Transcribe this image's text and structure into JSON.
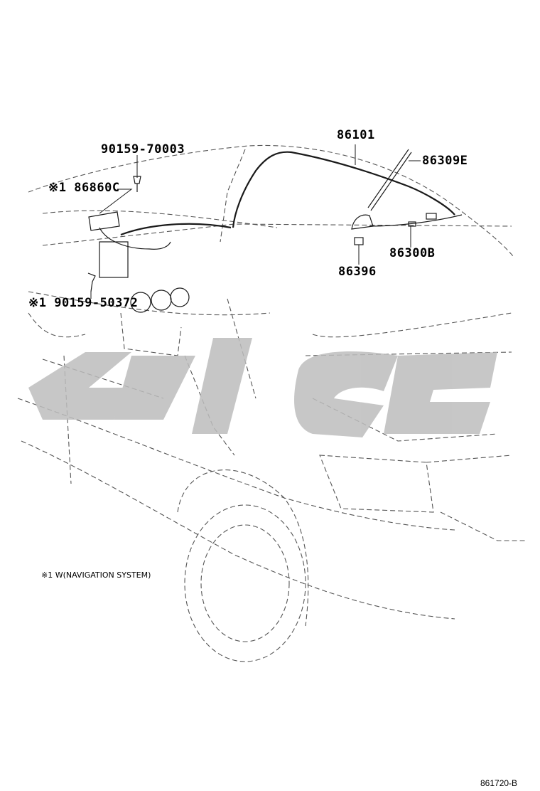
{
  "parts": {
    "p86101": "86101",
    "p86309e": "86309E",
    "p90159_70003": "90159-70003",
    "p86860c": "※1 86860C",
    "p86300b": "86300B",
    "p86396": "86396",
    "p90159_50372": "※1 90159-50372"
  },
  "footnote": "※1 W(NAVIGATION SYSTEM)",
  "figure_code": "861720-B",
  "colors": {
    "line": "#1a1a1a",
    "dashed": "#555555",
    "watermark": "#bdbdbd"
  }
}
